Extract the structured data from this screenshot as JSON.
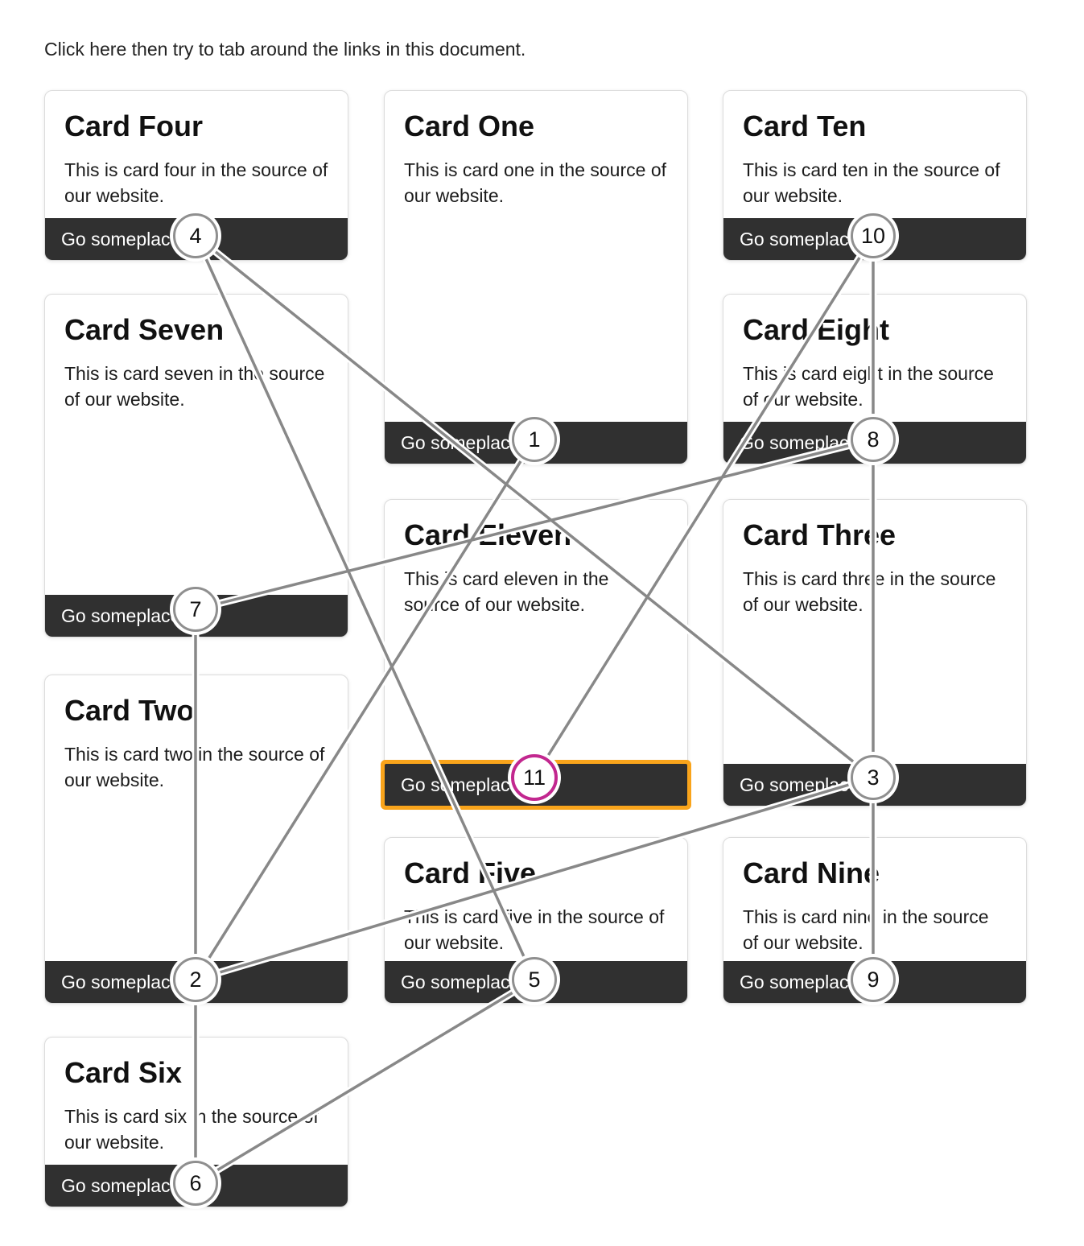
{
  "page": {
    "instruction": "Click here then try to tab around the links in this document."
  },
  "cards": [
    {
      "title": "Card Four",
      "body": "This is card four in the source of our website.",
      "button": "Go someplace",
      "tab": "4"
    },
    {
      "title": "Card Seven",
      "body": "This is card seven in the source of our website.",
      "button": "Go someplace",
      "tab": "7"
    },
    {
      "title": "Card Two",
      "body": "This is card two in the source of our website.",
      "button": "Go someplace",
      "tab": "2"
    },
    {
      "title": "Card Six",
      "body": "This is card six in the source of our website.",
      "button": "Go someplace",
      "tab": "6"
    },
    {
      "title": "Card One",
      "body": "This is card one in the source of our website.",
      "button": "Go someplace",
      "tab": "1"
    },
    {
      "title": "Card Eleven",
      "body": "This is card eleven in the source of our website.",
      "button": "Go someplace",
      "tab": "11"
    },
    {
      "title": "Card Five",
      "body": "This is card five in the source of our website.",
      "button": "Go someplace",
      "tab": "5"
    },
    {
      "title": "Card Ten",
      "body": "This is card ten in the source of our website.",
      "button": "Go someplace",
      "tab": "10"
    },
    {
      "title": "Card Eight",
      "body": "This is card eight in the source of our website.",
      "button": "Go someplace",
      "tab": "8"
    },
    {
      "title": "Card Three",
      "body": "This is card three in the source of our website.",
      "button": "Go someplace",
      "tab": "3"
    },
    {
      "title": "Card Nine",
      "body": "This is card nine in the source of our website.",
      "button": "Go someplace",
      "tab": "9"
    }
  ],
  "overlay": {
    "tab_sequence": [
      "1",
      "2",
      "3",
      "4",
      "5",
      "6",
      "7",
      "8",
      "9",
      "10",
      "11"
    ],
    "active_tab_stop": "11",
    "line_color": "#888888",
    "line_casing_color": "#ffffff",
    "badge_border_color": "#8f8f8f",
    "active_badge_border_color": "#c2278f",
    "focus_outline_color": "#f9a41b",
    "button_background": "#303030"
  }
}
